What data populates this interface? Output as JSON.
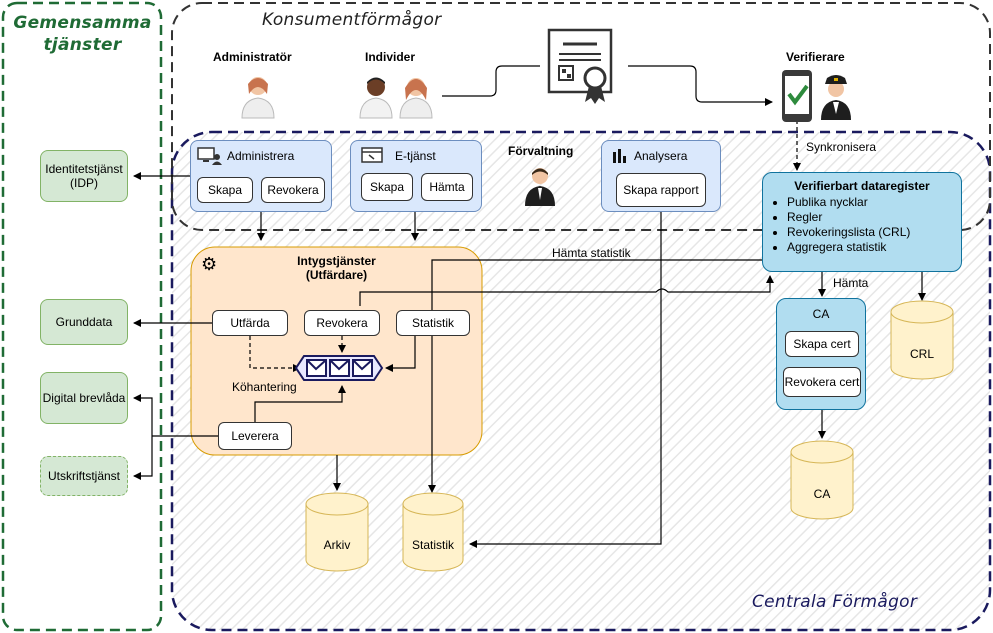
{
  "groups": {
    "shared_services": "Gemensamma tjänster",
    "consumer_capabilities": "Konsumentförmågor",
    "central_capabilities": "Centrala Förmågor"
  },
  "actors": {
    "admin": "Administratör",
    "individuals": "Individer",
    "verifier": "Verifierare",
    "management": "Förvaltning"
  },
  "shared": {
    "idp": "Identitetstjänst (IDP)",
    "base_data": "Grunddata",
    "mailbox": "Digital brevlåda",
    "print": "Utskriftstjänst"
  },
  "administrera": {
    "title": "Administrera",
    "create": "Skapa",
    "revoke": "Revokera"
  },
  "etjanst": {
    "title": "E-tjänst",
    "create": "Skapa",
    "fetch": "Hämta"
  },
  "analysera": {
    "title": "Analysera",
    "report": "Skapa rapport"
  },
  "issuer": {
    "title_line1": "Intygstjänster",
    "title_line2": "(Utfärdare)",
    "issue": "Utfärda",
    "revoke": "Revokera",
    "statistics": "Statistik",
    "queue": "Köhantering",
    "deliver": "Leverera"
  },
  "registry": {
    "title": "Verifierbart dataregister",
    "items": [
      "Publika nycklar",
      "Regler",
      "Revokeringslista (CRL)",
      "Aggregera statistik"
    ]
  },
  "ca": {
    "title": "CA",
    "create_cert": "Skapa cert",
    "revoke_cert": "Revokera cert"
  },
  "databases": {
    "crl": "CRL",
    "ca": "CA",
    "archive": "Arkiv",
    "statistics": "Statistik"
  },
  "edges": {
    "sync": "Synkronisera",
    "fetch_stats": "Hämta statistik",
    "fetch": "Hämta"
  },
  "colors": {
    "green_border": "#1f6b35",
    "navy_border": "#1a1a5e",
    "green_fill": "#d5e8d4",
    "blue_fill": "#dae8fc",
    "orange_fill": "#ffe6cc",
    "sky_fill": "#b1ddf0",
    "db_fill": "#fff2cc",
    "db_stroke": "#d6b656"
  }
}
